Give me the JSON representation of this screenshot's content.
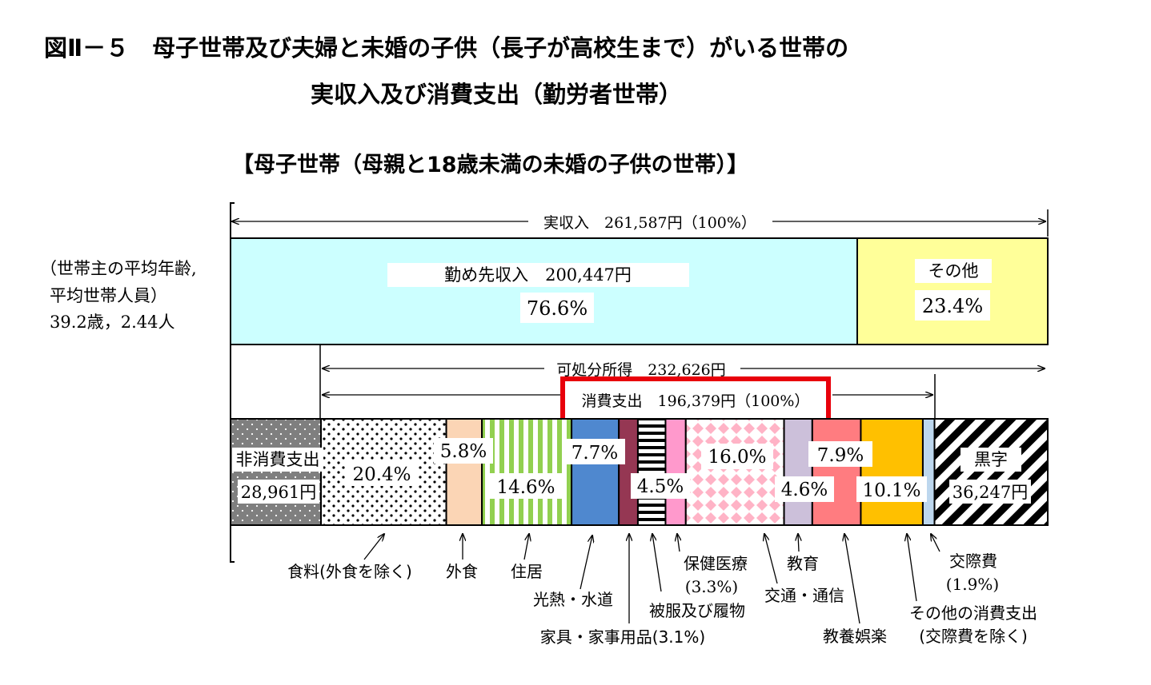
{
  "title": {
    "line1": "図Ⅱ－５　母子世帯及び夫婦と未婚の子供（長子が高校生まで）がいる世帯の",
    "line2": "実収入及び消費支出（勤労者世帯）"
  },
  "subtitle": "【母子世帯（母親と18歳未満の未婚の子供の世帯）】",
  "household_info": {
    "line1": "（世帯主の平均年齢,",
    "line2": "平均世帯人員）",
    "line3": "39.2歳，2.44人"
  },
  "income_arrow_label": "実収入　261,587円（100%）",
  "disposable_arrow_label": "可処分所得　232,626円",
  "consumption_arrow_label": "消費支出　196,379円（100%）",
  "colors": {
    "employment_income": "#ccffff",
    "other_income": "#ffff99",
    "highlight_box": "#e8000b",
    "non_consumption": "#7f7f7f",
    "food_excl_eating_out": "#ffffff",
    "eating_out": "#fbd5b5",
    "housing": "#92d050",
    "fuel_light_water": "#4f88cf",
    "furniture": "#953753",
    "clothing": "#000000",
    "medical": "#ff99cc",
    "transport": "#ff99bb",
    "education": "#ccc0da",
    "culture_recreation": "#ff7c80",
    "other_consumption": "#ffc000",
    "social": "#bdd7ee",
    "surplus": "#000000"
  },
  "chart_data": {
    "type": "bar",
    "orientation": "horizontal stacked (100%)",
    "income": {
      "total_label": "実収入",
      "total_value": 261587,
      "unit": "円",
      "segments": [
        {
          "name": "勤め先収入",
          "value": 200447,
          "value_label": "200,447円",
          "percent": 76.6,
          "percent_label": "76.6%"
        },
        {
          "name": "その他",
          "percent": 23.4,
          "percent_label": "23.4%"
        }
      ]
    },
    "expenditure": {
      "disposable_income_label": "可処分所得",
      "disposable_income": 232626,
      "consumption_label": "消費支出",
      "consumption_total": 196379,
      "non_consumption": {
        "name": "非消費支出",
        "value": 28961,
        "value_label": "28,961円"
      },
      "surplus": {
        "name": "黒字",
        "value": 36247,
        "value_label": "36,247円"
      },
      "consumption_segments": [
        {
          "name": "食料(外食を除く)",
          "percent": 20.4,
          "percent_label": "20.4%"
        },
        {
          "name": "外食",
          "percent": 5.8,
          "percent_label": "5.8%"
        },
        {
          "name": "住居",
          "percent": 14.6,
          "percent_label": "14.6%"
        },
        {
          "name": "光熱・水道",
          "percent": 7.7,
          "percent_label": "7.7%"
        },
        {
          "name": "家具・家事用品",
          "percent": 3.1,
          "percent_label": "(3.1%)"
        },
        {
          "name": "被服及び履物",
          "percent": 4.5,
          "percent_label": "4.5%"
        },
        {
          "name": "保健医療",
          "percent": 3.3,
          "percent_label": "(3.3%)"
        },
        {
          "name": "交通・通信",
          "percent": 16.0,
          "percent_label": "16.0%"
        },
        {
          "name": "教育",
          "percent": 4.6,
          "percent_label": "4.6%"
        },
        {
          "name": "教養娯楽",
          "percent": 7.9,
          "percent_label": "7.9%"
        },
        {
          "name": "その他の消費支出（交際費を除く）",
          "percent": 10.1,
          "percent_label": "10.1%"
        },
        {
          "name": "交際費",
          "percent": 1.9,
          "percent_label": "(1.9%)"
        }
      ]
    }
  },
  "category_labels": {
    "food": "食料(外食を除く)",
    "eating_out": "外食",
    "housing": "住居",
    "fuel": "光熱・水道",
    "furniture": "家具・家事用品(3.1%)",
    "clothing": "被服及び履物",
    "medical_1": "保健医療",
    "medical_2": "(3.3%)",
    "transport": "交通・通信",
    "education": "教育",
    "culture": "教養娯楽",
    "other_1": "その他の消費支出",
    "other_2": "(交際費を除く)",
    "social_1": "交際費",
    "social_2": "(1.9%)"
  }
}
